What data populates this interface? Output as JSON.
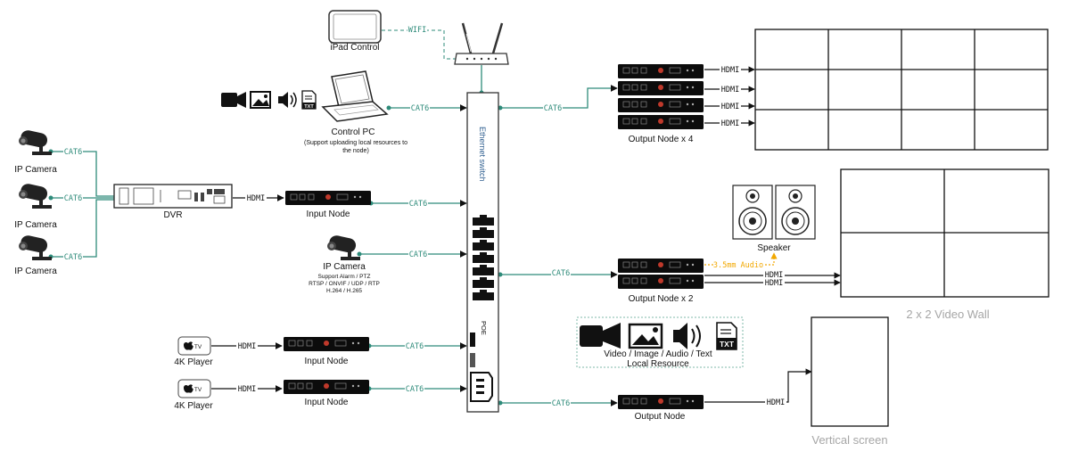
{
  "colors": {
    "teal": "#2e8b7a",
    "ink": "#111111",
    "gray_label": "#a6a6a6",
    "audio": "#f2a800",
    "dashed_box": "#7fb9a8"
  },
  "devices": {
    "ipad": "iPad Control",
    "control_pc": "Control PC",
    "control_pc_note_1": "(Support uploading local resources to",
    "control_pc_note_2": "the node)",
    "ip_camera": "IP Camera",
    "dvr": "DVR",
    "input_node": "Input Node",
    "ip_camera_support_1": "Support Alarm / PTZ",
    "ip_camera_support_2": "RTSP / ONVIF / UDP / RTP",
    "ip_camera_support_3": "H.264 / H.265",
    "player_4k": "4K Player",
    "player_badge": "TV",
    "switch_name": "Ethernet switch",
    "switch_poe": "POE",
    "output_node_x4": "Output Node x 4",
    "output_node_x2": "Output Node x 2",
    "output_node": "Output Node",
    "speaker": "Speaker"
  },
  "links": {
    "cat6": "CAT6",
    "hdmi": "HDMI",
    "wifi": "WIFI",
    "audio": "3.5mm Audio"
  },
  "local_resource": {
    "media_types": "Video / Image / Audio / Text",
    "title": "Local Resource",
    "txt_icon": "TXT"
  },
  "displays": {
    "video_wall_2x2": "2 x 2 Video Wall",
    "vertical_screen": "Vertical screen"
  }
}
